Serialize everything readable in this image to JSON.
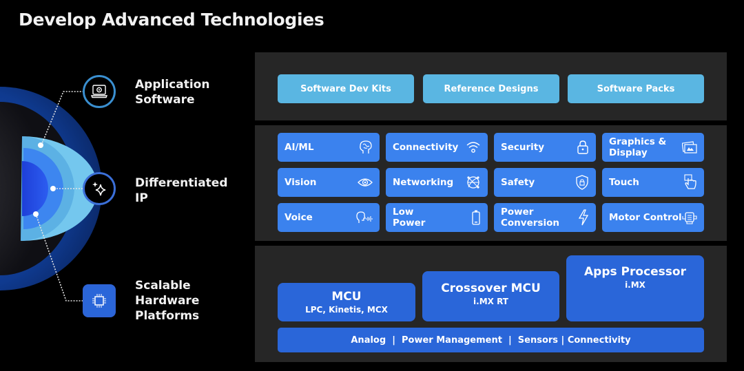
{
  "title": "Develop Advanced Technologies",
  "layers": {
    "application": {
      "label_line1": "Application",
      "label_line2": "Software",
      "icon": "laptop-gear-icon"
    },
    "ip": {
      "label_line1": "Differentiated",
      "label_line2": "IP",
      "icon": "sparkle-icon"
    },
    "hardware": {
      "label_line1": "Scalable",
      "label_line2": "Hardware",
      "label_line3": "Platforms",
      "icon": "chip-icon"
    }
  },
  "software": {
    "items": [
      "Software Dev Kits",
      "Reference Designs",
      "Software Packs"
    ]
  },
  "ip_tiles": [
    {
      "label": "AI/ML",
      "icon": "brain-icon"
    },
    {
      "label": "Connectivity",
      "icon": "wifi-icon"
    },
    {
      "label": "Security",
      "icon": "lock-icon"
    },
    {
      "label": "Graphics & Display",
      "icon": "images-icon"
    },
    {
      "label": "Vision",
      "icon": "eye-icon"
    },
    {
      "label": "Networking",
      "icon": "globe-network-icon"
    },
    {
      "label": "Safety",
      "icon": "shield-lock-icon"
    },
    {
      "label": "Touch",
      "icon": "touch-hand-icon"
    },
    {
      "label": "Voice",
      "icon": "voice-head-icon"
    },
    {
      "label": "Low Power",
      "icon": "battery-icon"
    },
    {
      "label": "Power Conversion",
      "icon": "lightning-icon"
    },
    {
      "label": "Motor Control",
      "icon": "motor-icon"
    }
  ],
  "hardware": {
    "mcu": {
      "name": "MCU",
      "sub": "LPC, Kinetis, MCX"
    },
    "crossover": {
      "name": "Crossover MCU",
      "sub": "i.MX RT"
    },
    "apps": {
      "name": "Apps Processor",
      "sub": "i.MX"
    },
    "base": "Analog  |  Power Management  |  Sensors | Connectivity"
  },
  "colors": {
    "background": "#000000",
    "panel": "#262626",
    "software_button": "#5ab6e2",
    "ip_tile": "#3b82ee",
    "hardware_block": "#2a66d9"
  }
}
